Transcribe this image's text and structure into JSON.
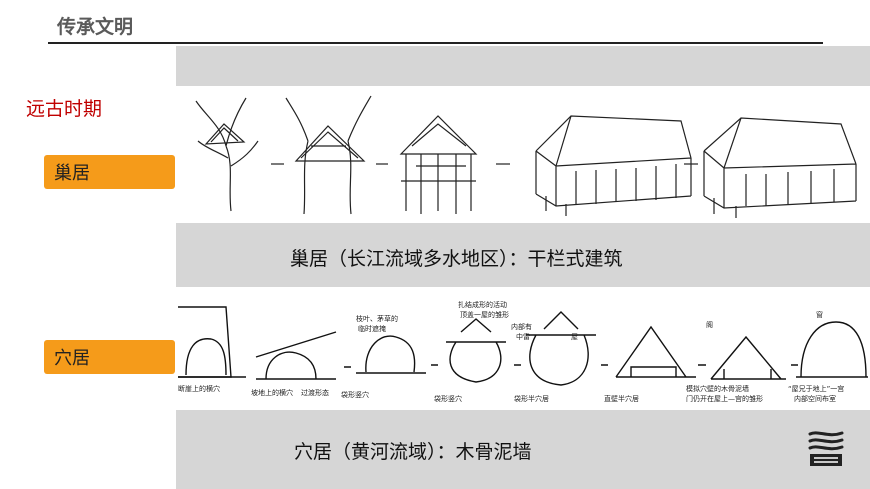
{
  "header": {
    "title": "传承文明"
  },
  "era": {
    "title": "远古时期"
  },
  "tags": {
    "nest": "巢居",
    "cave": "穴居"
  },
  "captions": {
    "nest": "巢居（长江流域多水地区）：干栏式建筑",
    "cave": "穴居（黄河流域）：木骨泥墙"
  },
  "cave_labels": {
    "l1": "断崖上的横穴",
    "l2": "坡地上的横穴",
    "l3": "过渡形态",
    "l4": "袋形竖穴",
    "l5": "袋形竖穴",
    "l6": "袋形半穴居",
    "l7": "直壁半穴居",
    "l8": "枝叶、茅草的",
    "l9": "临时遮掩",
    "l10": "扎结成形的活动",
    "l11": "顶盖一屋的雏形",
    "l12": "内部有",
    "l13": "中雷",
    "l14": "屋",
    "l15": "模拟穴壁的木骨泥墙",
    "l16": "门仍开在屋上—宫的雏形",
    "l17": "阁",
    "l18": "“屋兄于地上”一宫",
    "l19": "内部空间布室",
    "l20": "窗"
  }
}
